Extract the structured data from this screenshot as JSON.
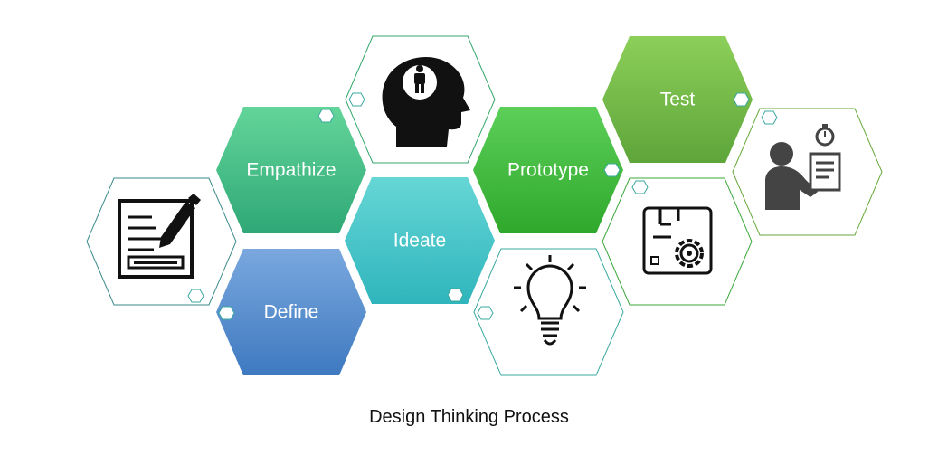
{
  "diagram": {
    "caption": "Design Thinking Process",
    "stages": [
      {
        "label": "Empathize",
        "color_top": "#63d59a",
        "color_bottom": "#2fa877"
      },
      {
        "label": "Define",
        "color_top": "#7aa8de",
        "color_bottom": "#3e79c0"
      },
      {
        "label": "Ideate",
        "color_top": "#66d6d6",
        "color_bottom": "#2fb5bc"
      },
      {
        "label": "Prototype",
        "color_top": "#5ccf59",
        "color_bottom": "#2fa82c"
      },
      {
        "label": "Test",
        "color_top": "#8ccf59",
        "color_bottom": "#5ea53a"
      }
    ],
    "icons": [
      {
        "name": "head-person-icon",
        "outline_color": "#33a56b"
      },
      {
        "name": "document-pen-icon",
        "outline_color": "#3a8a8a"
      },
      {
        "name": "lightbulb-icon",
        "outline_color": "#3aa8a0"
      },
      {
        "name": "circuit-gear-icon",
        "outline_color": "#3aa83a"
      },
      {
        "name": "person-checklist-timer-icon",
        "outline_color": "#66a83a"
      }
    ]
  }
}
